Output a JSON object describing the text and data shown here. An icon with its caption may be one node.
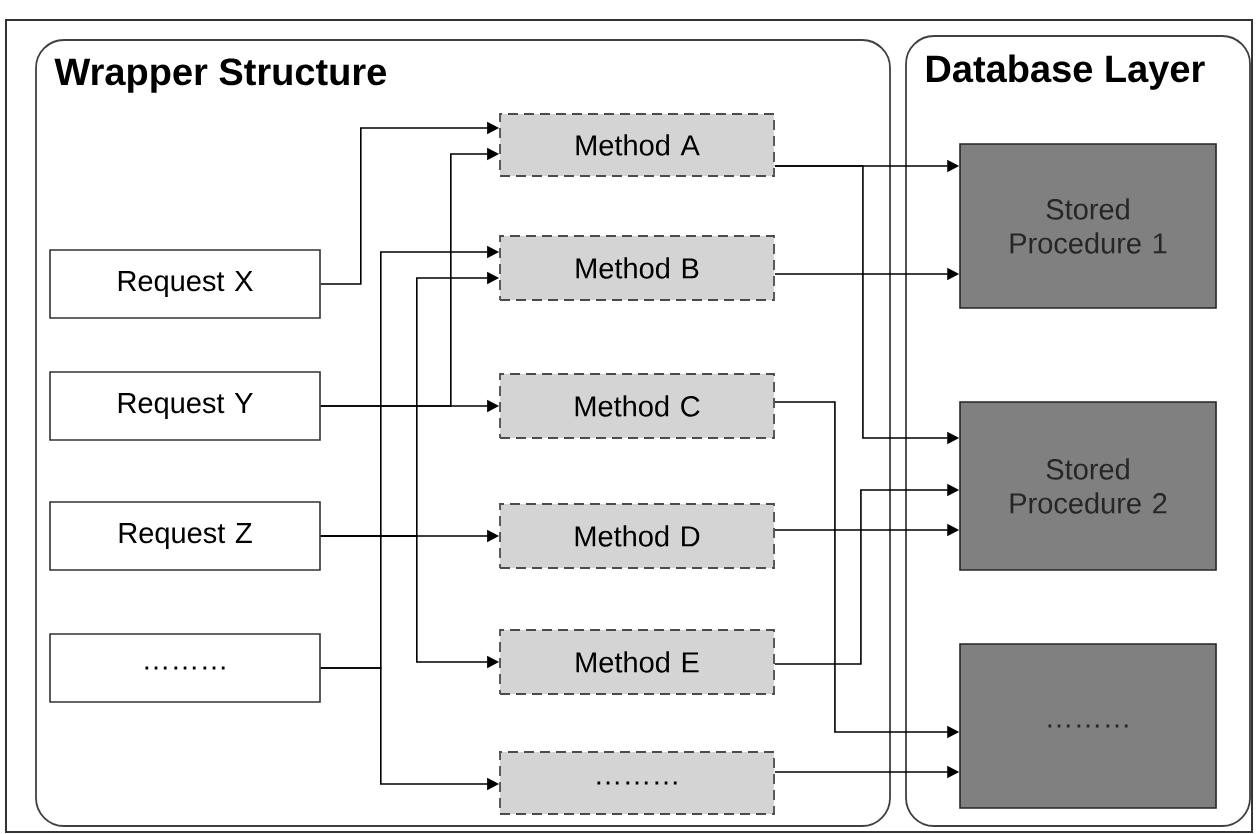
{
  "diagram": {
    "nodes": [
      {
        "text": [
          "Wrapper Structure"
        ]
      },
      {
        "text": [
          "Database Layer"
        ]
      },
      {
        "text": [
          "Request X"
        ],
        "in": 0
      },
      {
        "text": [
          "Request Y"
        ],
        "in": 0
      },
      {
        "text": [
          "Request Z"
        ],
        "in": 0
      },
      {
        "text": [
          "………"
        ],
        "in": 0
      },
      {
        "text": [
          "Method A"
        ],
        "in": 0
      },
      {
        "text": [
          "Method B"
        ],
        "in": 0
      },
      {
        "text": [
          "Method C"
        ],
        "in": 0
      },
      {
        "text": [
          "Method D"
        ],
        "in": 0
      },
      {
        "text": [
          "Method E"
        ],
        "in": 0
      },
      {
        "text": [
          "………"
        ],
        "in": 0
      },
      {
        "text": [
          "Stored Procedure 1"
        ],
        "in": 1
      },
      {
        "text": [
          "Stored Procedure 2"
        ],
        "in": 1
      },
      {
        "text": [
          "………"
        ],
        "in": 1
      }
    ],
    "edges": [
      {
        "from": 2,
        "to": 6,
        "arrow": "to"
      },
      {
        "from": 3,
        "to": 8,
        "arrow": "to"
      },
      {
        "from": 3,
        "to": 6,
        "arrow": "to"
      },
      {
        "from": 4,
        "to": 9,
        "arrow": "to"
      },
      {
        "from": 4,
        "to": 7,
        "arrow": "to"
      },
      {
        "from": 4,
        "to": 10,
        "arrow": "to"
      },
      {
        "from": 5,
        "to": 7,
        "arrow": "to"
      },
      {
        "from": 5,
        "to": 11,
        "arrow": "to"
      },
      {
        "from": 6,
        "to": 12,
        "arrow": "to"
      },
      {
        "from": 6,
        "to": 13,
        "arrow": "to"
      },
      {
        "from": 7,
        "to": 12,
        "arrow": "to"
      },
      {
        "from": 8,
        "to": 14,
        "arrow": "to"
      },
      {
        "from": 9,
        "to": 13,
        "arrow": "to"
      },
      {
        "from": 10,
        "to": 13,
        "arrow": "to"
      },
      {
        "from": 11,
        "to": 14,
        "arrow": "to"
      }
    ]
  }
}
